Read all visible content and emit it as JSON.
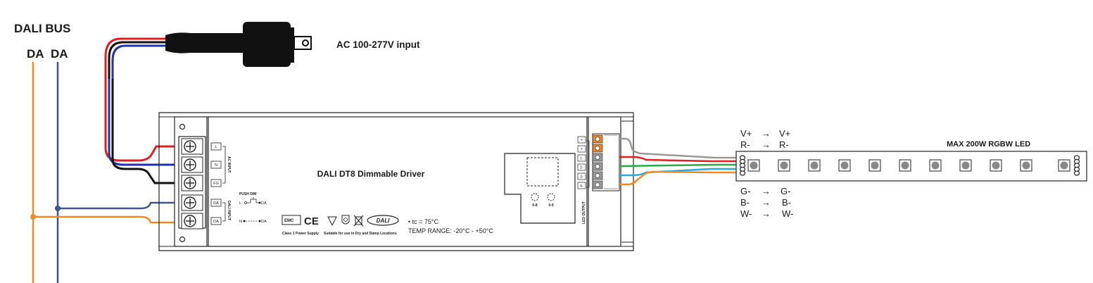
{
  "dali_bus": {
    "title": "DALI BUS",
    "da_left": "DA",
    "da_right": "DA"
  },
  "ac_input": {
    "label": "AC 100-277V input"
  },
  "driver": {
    "name": "DALI DT8 Dimmable Driver",
    "input_terminals": [
      "L",
      "N",
      "FG",
      "DA",
      "DA"
    ],
    "ac_input_label": "AC INPUT",
    "dali_input_label": "DALI INPUT",
    "push_dim_label": "PUSH DIM",
    "push_dim_l": "L",
    "push_dim_da": "DA",
    "push_dim_n": "N",
    "push_dim_da2": "DA",
    "cert_caption_1": "Class 1 Power Supply",
    "cert_caption_2": "Suitable for use in Dry and Damp Locations",
    "tc": "• tc = 75°C",
    "temp_range": "TEMP RANGE: -20°C - +50°C",
    "switch_a": "0-8",
    "switch_b": "0-9",
    "led_output_label": "LED OUTPUT",
    "output_terminals": [
      "+",
      "+",
      "1-",
      "2-",
      "3-",
      "4-"
    ]
  },
  "led_strip": {
    "label": "MAX 200W RGBW LED",
    "top_pins": [
      {
        "from": "V+",
        "to": "V+"
      },
      {
        "from": "R-",
        "to": "R-"
      }
    ],
    "bottom_pins": [
      {
        "from": "G-",
        "to": "G-"
      },
      {
        "from": "B-",
        "to": "B-"
      },
      {
        "from": "W-",
        "to": "W-"
      }
    ],
    "arrow": "→"
  },
  "colors": {
    "dali_orange": "#f08a24",
    "dali_blue": "#3f5590",
    "wire_red": "#e02020",
    "wire_blue": "#2233aa",
    "wire_black": "#111111",
    "wire_grey": "#999999",
    "wire_green": "#2aa84a",
    "wire_cyan": "#29a8e0",
    "terminal_orange": "#e8862e"
  }
}
